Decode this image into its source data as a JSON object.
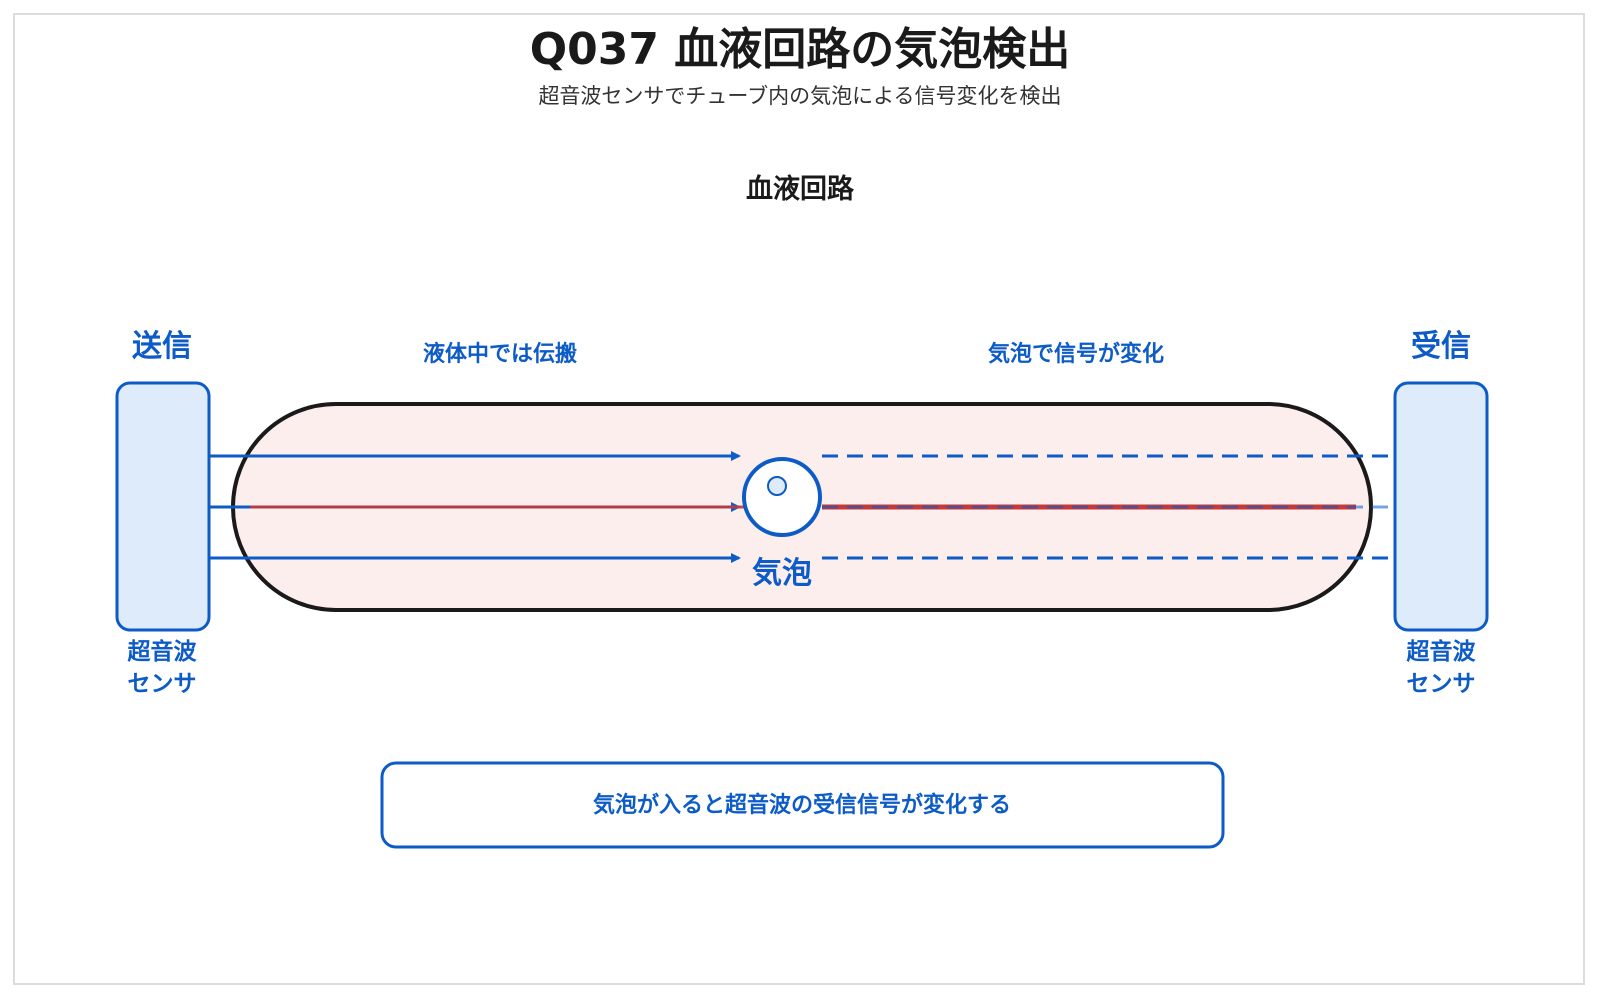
{
  "header": {
    "title": "Q037 血液回路の気泡検出",
    "subtitle": "超音波センサでチューブ内の気泡による信号変化を検出"
  },
  "diagram": {
    "section_title": "血液回路",
    "transmitter": {
      "top_label": "送信",
      "bottom_label_line1": "超音波",
      "bottom_label_line2": "センサ"
    },
    "receiver": {
      "top_label": "受信",
      "bottom_label_line1": "超音波",
      "bottom_label_line2": "センサ"
    },
    "left_annotation": "液体中では伝搬",
    "right_annotation": "気泡で信号が変化",
    "bubble_label": "気泡",
    "note": "気泡が入ると超音波の受信信号が変化する"
  },
  "colors": {
    "accent_blue": "#0d5bc7",
    "sensor_fill": "#deebfb",
    "tube_fill": "#fdeeee",
    "tube_stroke": "#1a1a1a",
    "signal_red": "#c23b3b"
  }
}
